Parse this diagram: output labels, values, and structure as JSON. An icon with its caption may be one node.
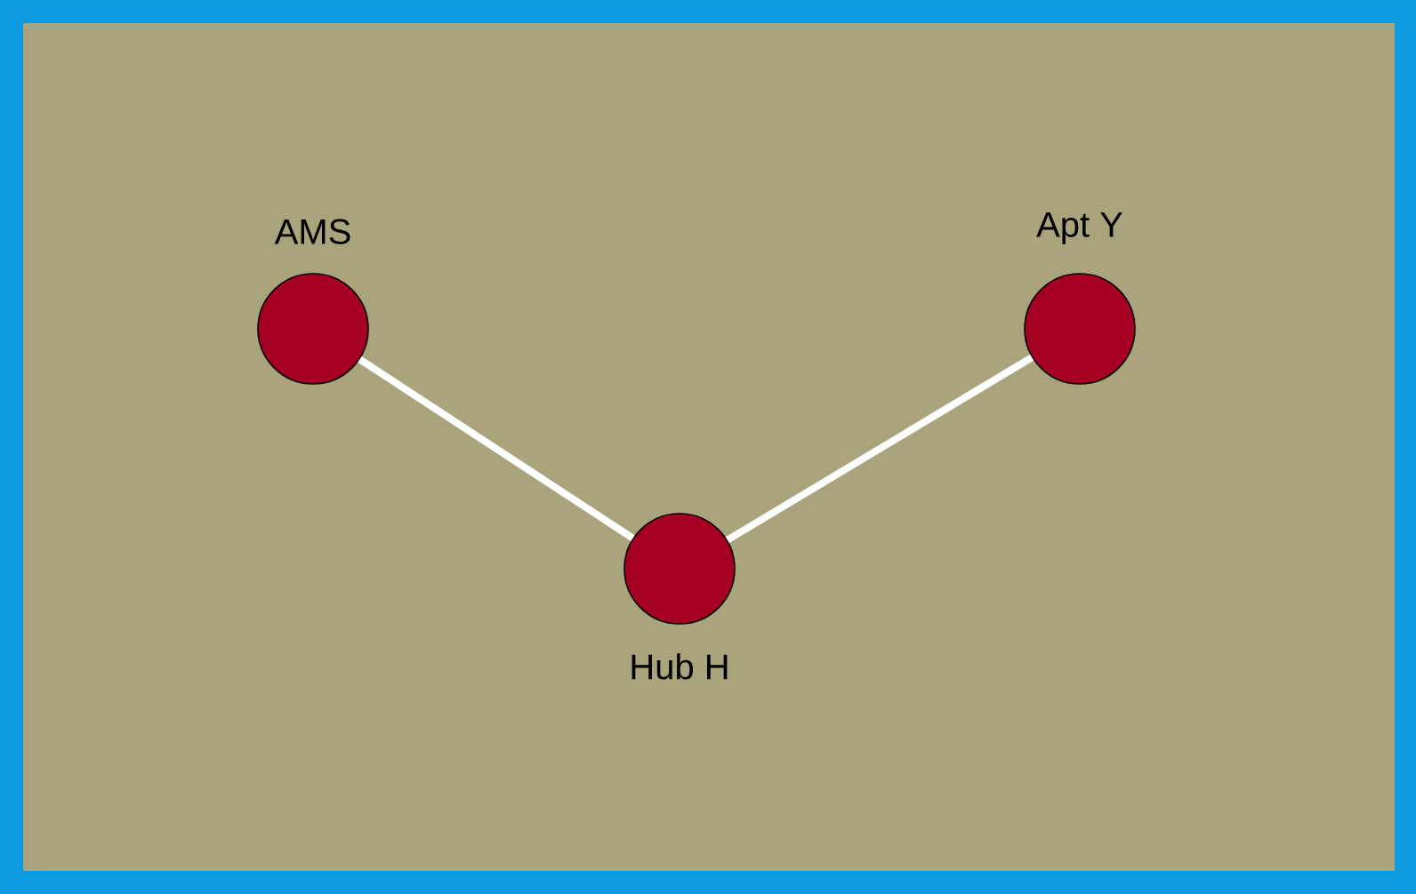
{
  "diagram": {
    "nodes": [
      {
        "text": [
          "AMS"
        ]
      },
      {
        "text": [
          "Apt Y"
        ]
      },
      {
        "text": [
          "Hub H"
        ]
      }
    ],
    "edges": [
      {
        "from": 0,
        "to": 2,
        "arrow": "none"
      },
      {
        "from": 2,
        "to": 1,
        "arrow": "none"
      }
    ]
  }
}
